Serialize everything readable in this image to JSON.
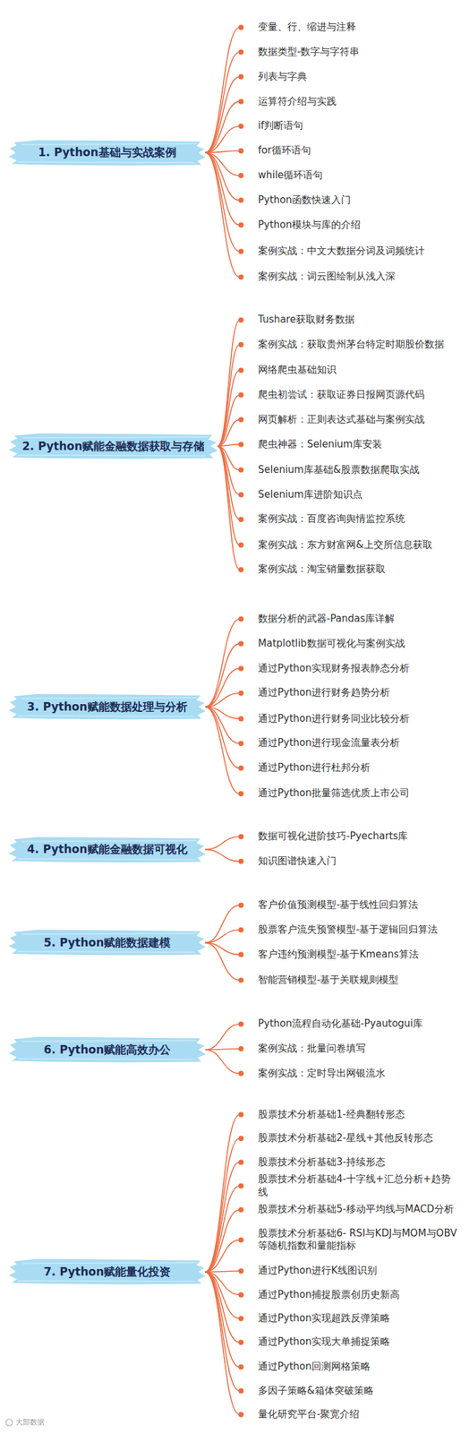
{
  "diagram": {
    "nodes": [
      {
        "text": [
          "1. Python基础与实战案例"
        ]
      },
      {
        "text": [
          "变量、行、缩进与注释"
        ]
      },
      {
        "text": [
          "数据类型-数字与字符串"
        ]
      },
      {
        "text": [
          "列表与字典"
        ]
      },
      {
        "text": [
          "运算符介绍与实践"
        ]
      },
      {
        "text": [
          "if判断语句"
        ]
      },
      {
        "text": [
          "for循环语句"
        ]
      },
      {
        "text": [
          "while循环语句"
        ]
      },
      {
        "text": [
          "Python函数快速入门"
        ]
      },
      {
        "text": [
          "Python模块与库的介绍"
        ]
      },
      {
        "text": [
          "案例实战：中文大数据分词及词频统计"
        ]
      },
      {
        "text": [
          "案例实战：词云图绘制从浅入深"
        ]
      },
      {
        "text": [
          "2. Python赋能金融数据获取与存储"
        ]
      },
      {
        "text": [
          "Tushare获取财务数据"
        ]
      },
      {
        "text": [
          "案例实战：获取贵州茅台特定时期股价数据"
        ]
      },
      {
        "text": [
          "网络爬虫基础知识"
        ]
      },
      {
        "text": [
          "爬虫初尝试：获取证券日报网页源代码"
        ]
      },
      {
        "text": [
          "网页解析：正则表达式基础与案例实战"
        ]
      },
      {
        "text": [
          "爬虫神器：Selenium库安装"
        ]
      },
      {
        "text": [
          "Selenium库基础&股票数据爬取实战"
        ]
      },
      {
        "text": [
          "Selenium库进阶知识点"
        ]
      },
      {
        "text": [
          "案例实战：百度咨询舆情监控系统"
        ]
      },
      {
        "text": [
          "案例实战：东方财富网&上交所信息获取"
        ]
      },
      {
        "text": [
          "案例实战：淘宝销量数据获取"
        ]
      },
      {
        "text": [
          "3. Python赋能数据处理与分析"
        ]
      },
      {
        "text": [
          "数据分析的武器-Pandas库详解"
        ]
      },
      {
        "text": [
          "Matplotlib数据可视化与案例实战"
        ]
      },
      {
        "text": [
          "通过Python实现财务报表静态分析"
        ]
      },
      {
        "text": [
          "通过Python进行财务趋势分析"
        ]
      },
      {
        "text": [
          "通过Python进行财务同业比较分析"
        ]
      },
      {
        "text": [
          "通过Python进行现金流量表分析"
        ]
      },
      {
        "text": [
          "通过Python进行杜邦分析"
        ]
      },
      {
        "text": [
          "通过Python批量筛选优质上市公司"
        ]
      },
      {
        "text": [
          "4. Python赋能金融数据可视化"
        ]
      },
      {
        "text": [
          "数据可视化进阶技巧-Pyecharts库"
        ]
      },
      {
        "text": [
          "知识图谱快速入门"
        ]
      },
      {
        "text": [
          "5. Python赋能数据建模"
        ]
      },
      {
        "text": [
          "客户价值预测模型-基于线性回归算法"
        ]
      },
      {
        "text": [
          "股票客户流失预警模型-基于逻辑回归算法"
        ]
      },
      {
        "text": [
          "客户违约预测模型-基于Kmeans算法"
        ]
      },
      {
        "text": [
          "智能营销模型-基于关联规则模型"
        ]
      },
      {
        "text": [
          "6. Python赋能高效办公"
        ]
      },
      {
        "text": [
          "Python流程自动化基础-Pyautogui库"
        ]
      },
      {
        "text": [
          "案例实战：批量问卷填写"
        ]
      },
      {
        "text": [
          "案例实战：定时导出网银流水"
        ]
      },
      {
        "text": [
          "7. Python赋能量化投资"
        ]
      },
      {
        "text": [
          "股票技术分析基础1-经典翻转形态"
        ]
      },
      {
        "text": [
          "股票技术分析基础2-星线+其他反转形态"
        ]
      },
      {
        "text": [
          "股票技术分析基础3-持续形态"
        ]
      },
      {
        "text": [
          "股票技术分析基础4-十字线+汇总分析+趋势线"
        ]
      },
      {
        "text": [
          "股票技术分析基础5-移动平均线与MACD分析"
        ]
      },
      {
        "text": [
          "股票技术分析基础6- RSI与KDJ与MOM与OBV等随机指数和量能指标"
        ]
      },
      {
        "text": [
          "通过Python进行K线图识别"
        ]
      },
      {
        "text": [
          "通过Python捕捉股票创历史新高"
        ]
      },
      {
        "text": [
          "通过Python实现超跌反弹策略"
        ]
      },
      {
        "text": [
          "通过Python实现大单捕捉策略"
        ]
      },
      {
        "text": [
          "通过Python回测网格策略"
        ]
      },
      {
        "text": [
          "多因子策略&箱体突破策略"
        ]
      },
      {
        "text": [
          "量化研究平台-聚宽介绍"
        ]
      }
    ],
    "edges": [
      {
        "from": 0,
        "to": 1,
        "arrow": "none"
      },
      {
        "from": 0,
        "to": 2,
        "arrow": "none"
      },
      {
        "from": 0,
        "to": 3,
        "arrow": "none"
      },
      {
        "from": 0,
        "to": 4,
        "arrow": "none"
      },
      {
        "from": 0,
        "to": 5,
        "arrow": "none"
      },
      {
        "from": 0,
        "to": 6,
        "arrow": "none"
      },
      {
        "from": 0,
        "to": 7,
        "arrow": "none"
      },
      {
        "from": 0,
        "to": 8,
        "arrow": "none"
      },
      {
        "from": 0,
        "to": 9,
        "arrow": "none"
      },
      {
        "from": 0,
        "to": 10,
        "arrow": "none"
      },
      {
        "from": 0,
        "to": 11,
        "arrow": "none"
      },
      {
        "from": 12,
        "to": 13,
        "arrow": "none"
      },
      {
        "from": 12,
        "to": 14,
        "arrow": "none"
      },
      {
        "from": 12,
        "to": 15,
        "arrow": "none"
      },
      {
        "from": 12,
        "to": 16,
        "arrow": "none"
      },
      {
        "from": 12,
        "to": 17,
        "arrow": "none"
      },
      {
        "from": 12,
        "to": 18,
        "arrow": "none"
      },
      {
        "from": 12,
        "to": 19,
        "arrow": "none"
      },
      {
        "from": 12,
        "to": 20,
        "arrow": "none"
      },
      {
        "from": 12,
        "to": 21,
        "arrow": "none"
      },
      {
        "from": 12,
        "to": 22,
        "arrow": "none"
      },
      {
        "from": 12,
        "to": 23,
        "arrow": "none"
      },
      {
        "from": 24,
        "to": 25,
        "arrow": "none"
      },
      {
        "from": 24,
        "to": 26,
        "arrow": "none"
      },
      {
        "from": 24,
        "to": 27,
        "arrow": "none"
      },
      {
        "from": 24,
        "to": 28,
        "arrow": "none"
      },
      {
        "from": 24,
        "to": 29,
        "arrow": "none"
      },
      {
        "from": 24,
        "to": 30,
        "arrow": "none"
      },
      {
        "from": 24,
        "to": 31,
        "arrow": "none"
      },
      {
        "from": 24,
        "to": 32,
        "arrow": "none"
      },
      {
        "from": 33,
        "to": 34,
        "arrow": "none"
      },
      {
        "from": 33,
        "to": 35,
        "arrow": "none"
      },
      {
        "from": 36,
        "to": 37,
        "arrow": "none"
      },
      {
        "from": 36,
        "to": 38,
        "arrow": "none"
      },
      {
        "from": 36,
        "to": 39,
        "arrow": "none"
      },
      {
        "from": 36,
        "to": 40,
        "arrow": "none"
      },
      {
        "from": 41,
        "to": 42,
        "arrow": "none"
      },
      {
        "from": 41,
        "to": 43,
        "arrow": "none"
      },
      {
        "from": 41,
        "to": 44,
        "arrow": "none"
      },
      {
        "from": 45,
        "to": 46,
        "arrow": "none"
      },
      {
        "from": 45,
        "to": 47,
        "arrow": "none"
      },
      {
        "from": 45,
        "to": 48,
        "arrow": "none"
      },
      {
        "from": 45,
        "to": 49,
        "arrow": "none"
      },
      {
        "from": 45,
        "to": 50,
        "arrow": "none"
      },
      {
        "from": 45,
        "to": 51,
        "arrow": "none"
      },
      {
        "from": 45,
        "to": 52,
        "arrow": "none"
      },
      {
        "from": 45,
        "to": 53,
        "arrow": "none"
      },
      {
        "from": 45,
        "to": 54,
        "arrow": "none"
      },
      {
        "from": 45,
        "to": 55,
        "arrow": "none"
      },
      {
        "from": 45,
        "to": 56,
        "arrow": "none"
      },
      {
        "from": 45,
        "to": 57,
        "arrow": "none"
      },
      {
        "from": 45,
        "to": 58,
        "arrow": "none"
      }
    ],
    "labels": [
      "大部数据"
    ]
  }
}
